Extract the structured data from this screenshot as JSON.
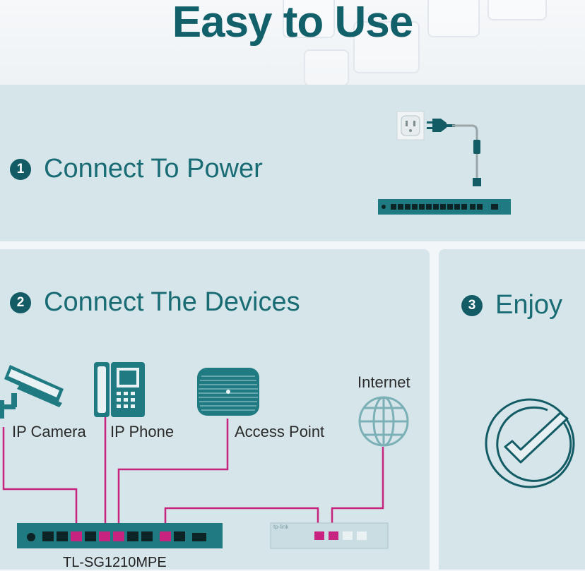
{
  "page": {
    "title": "Easy to Use"
  },
  "steps": [
    {
      "number": "1",
      "label": "Connect To Power"
    },
    {
      "number": "2",
      "label": "Connect The Devices"
    },
    {
      "number": "3",
      "label": "Enjoy"
    }
  ],
  "devices": {
    "camera": "IP Camera",
    "phone": "IP Phone",
    "access_point": "Access Point",
    "internet": "Internet"
  },
  "switch_model": "TL-SG1210MPE",
  "router_brand": "tp-link",
  "colors": {
    "accent": "#12606a",
    "cable": "#c8237e",
    "panel": "#d5e5ea",
    "device": "#1f7a82",
    "outline": "#7bb0b6"
  },
  "icons": [
    "power-outlet-icon",
    "power-plug-icon",
    "ip-camera-icon",
    "ip-phone-icon",
    "access-point-icon",
    "globe-icon",
    "check-circle-icon"
  ]
}
